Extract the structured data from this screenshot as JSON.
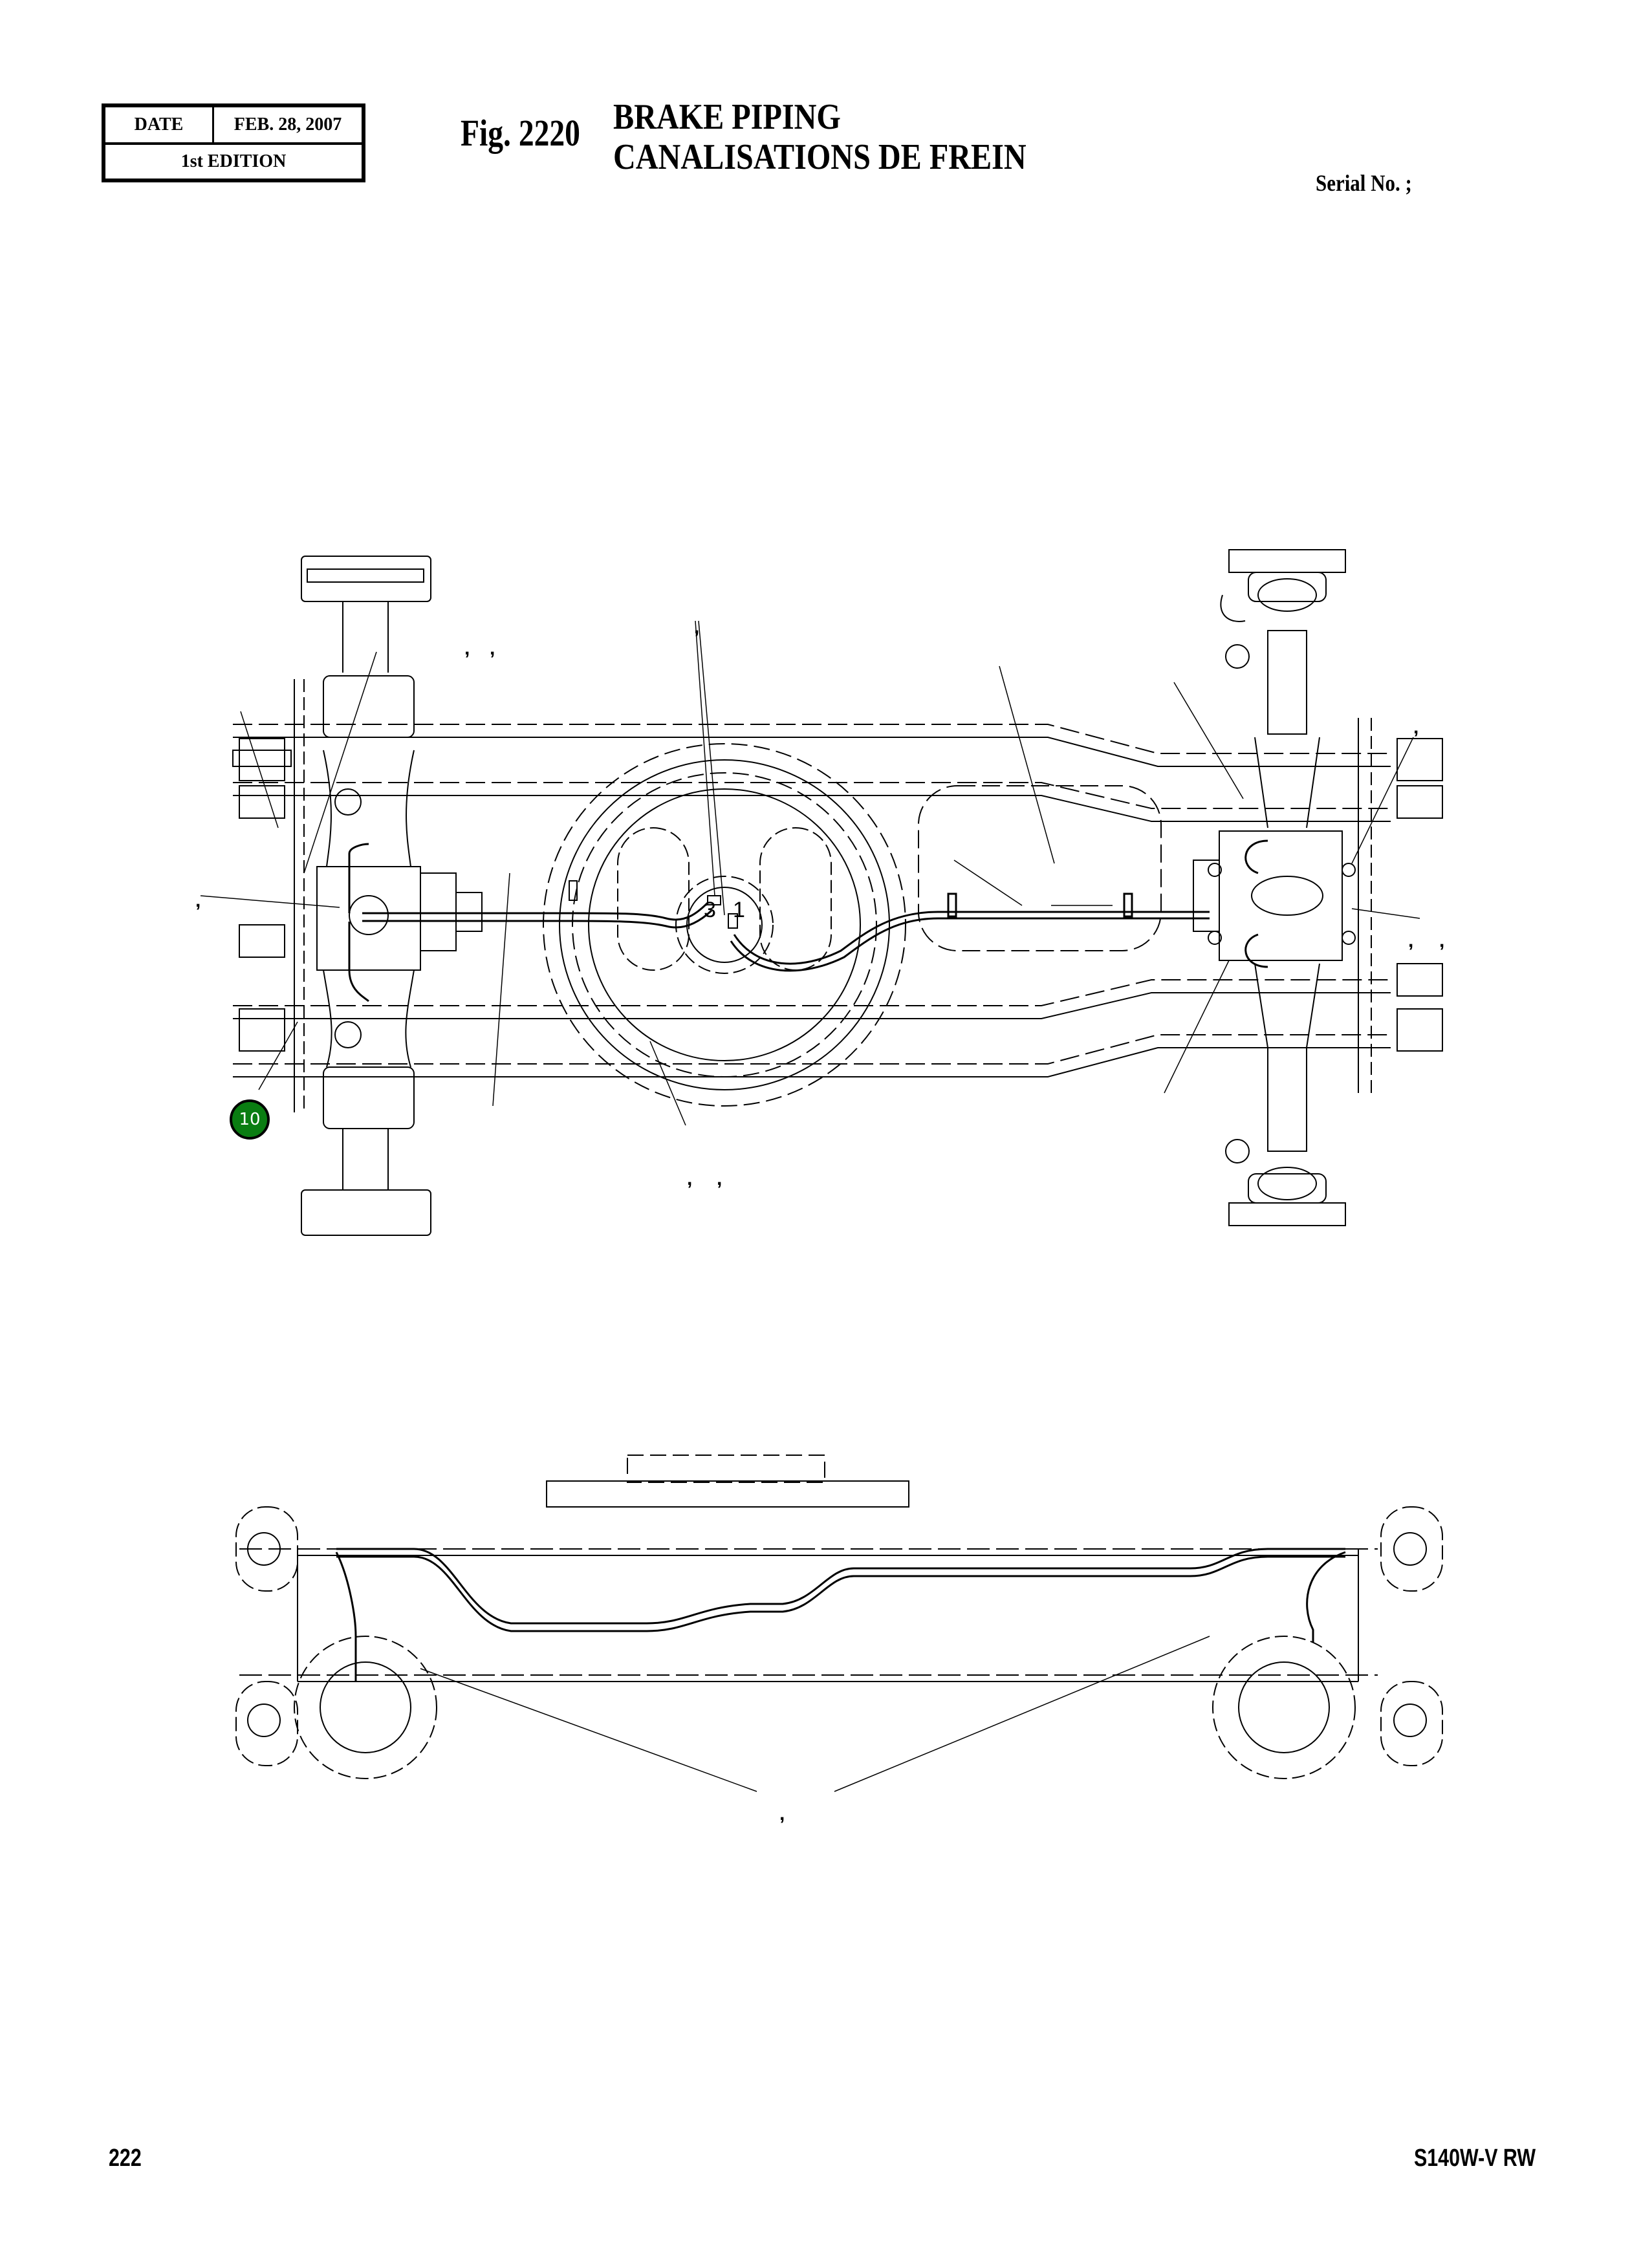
{
  "header": {
    "date_label": "DATE",
    "date_value": "FEB. 28, 2007",
    "edition": "1st EDITION"
  },
  "figure": {
    "number": "Fig. 2220",
    "title_en": "BRAKE  PIPING",
    "title_fr": "CANALISATIONS  DE  FREIN",
    "serial_label": "Serial No. ;"
  },
  "diagram": {
    "views": [
      "top-view",
      "side-view"
    ],
    "callouts": [
      {
        "id": "c-left-top-1",
        "text": ","
      },
      {
        "id": "c-left-top-2",
        "text": ","
      },
      {
        "id": "c-left-mid",
        "text": ","
      },
      {
        "id": "c-center-top",
        "text": ","
      },
      {
        "id": "c-center-bottom-1",
        "text": ","
      },
      {
        "id": "c-center-bottom-2",
        "text": ","
      },
      {
        "id": "c-right-top",
        "text": ","
      },
      {
        "id": "c-right-mid-1",
        "text": ","
      },
      {
        "id": "c-right-mid-2",
        "text": ","
      },
      {
        "id": "c-side-bottom",
        "text": ","
      }
    ],
    "port_labels": [
      "3",
      "1"
    ],
    "highlight_callout": {
      "number": "10",
      "color": "#0a7d12"
    }
  },
  "footer": {
    "page_number": "222",
    "model": "S140W-V RW"
  }
}
